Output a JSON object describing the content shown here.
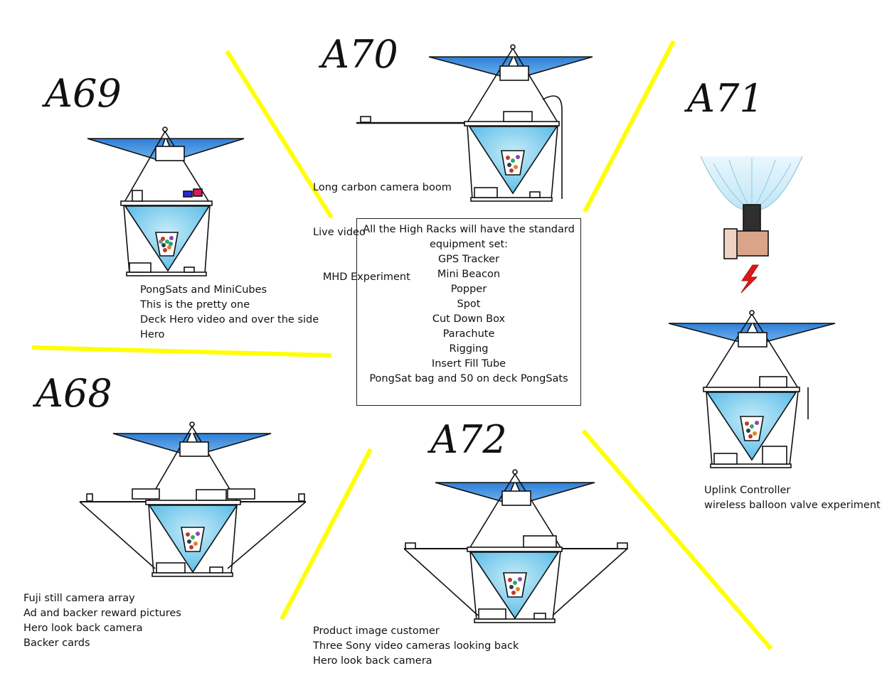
{
  "racks": {
    "a69": {
      "title": "A69",
      "notes": [
        "PongSats and MiniCubes",
        "This is the pretty one",
        "Deck Hero video and over the side",
        "Hero"
      ]
    },
    "a70": {
      "title": "A70",
      "notes": [
        "Long carbon camera boom",
        "Live video",
        "   MHD Experiment"
      ]
    },
    "a71": {
      "title": "A71",
      "notes": [
        "Uplink Controller",
        "wireless balloon valve experiment"
      ]
    },
    "a68": {
      "title": "A68",
      "notes": [
        "Fuji still camera array",
        "Ad and backer reward pictures",
        "Hero look back camera",
        "Backer cards"
      ]
    },
    "a72": {
      "title": "A72",
      "notes": [
        "Product image customer",
        "Three Sony video cameras looking back",
        "Hero look back camera"
      ]
    }
  },
  "standard_box": {
    "lines": [
      "All the High Racks will have the standard",
      "equipment set:",
      "GPS Tracker",
      "Mini Beacon",
      "Popper",
      "Spot",
      "Cut Down Box",
      "Parachute",
      "Rigging",
      "Insert Fill Tube",
      "PongSat bag and 50 on deck PongSats"
    ]
  },
  "colors": {
    "divider": "#ffff00",
    "panel_blue": "#3a8fe0",
    "bag_blue": "#7fd0ef",
    "outline": "#111111",
    "lightning": "#e01818"
  }
}
